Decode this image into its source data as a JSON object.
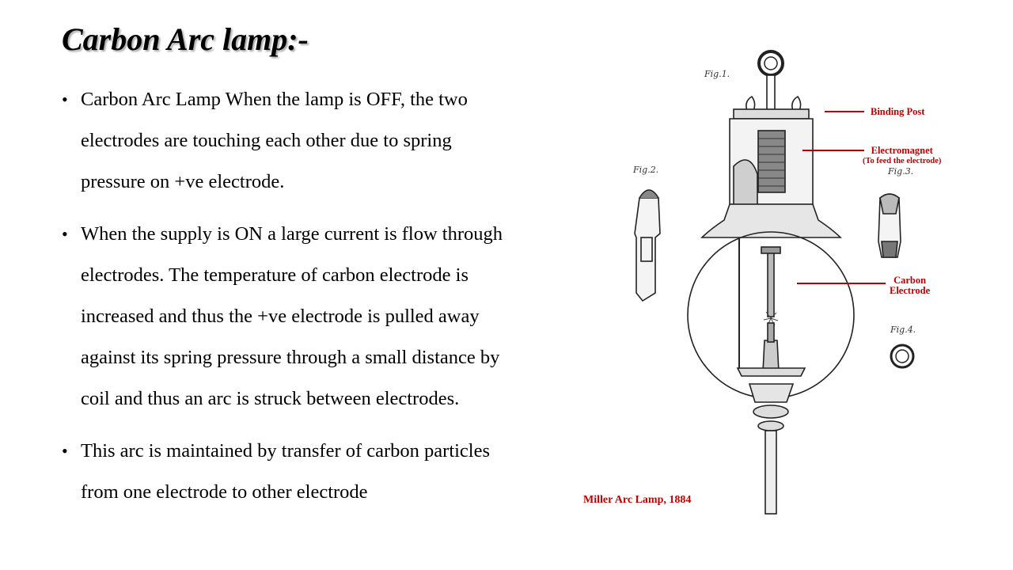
{
  "slide": {
    "title": "Carbon Arc lamp:-",
    "bullets": [
      "Carbon Arc Lamp When the lamp is OFF, the two electrodes are touching each other due to spring pressure on +ve electrode.",
      "When the supply is ON a large current is flow through electrodes. The temperature of carbon electrode is increased and thus the +ve electrode is pulled away against its spring pressure through a small distance by coil and thus an arc is struck between electrodes.",
      "This arc is maintained by transfer of carbon particles from one electrode to other electrode"
    ]
  },
  "figure": {
    "callouts": {
      "binding_post": "Binding Post",
      "electromagnet": "Electromagnet",
      "electromagnet_note": "(To feed the electrode)",
      "carbon_electrode_line1": "Carbon",
      "carbon_electrode_line2": "Electrode"
    },
    "caption": "Miller Arc Lamp, 1884",
    "fig_labels": [
      "Fig.1.",
      "Fig.2.",
      "Fig.3.",
      "Fig.4."
    ],
    "accent_color": "#c00000"
  }
}
